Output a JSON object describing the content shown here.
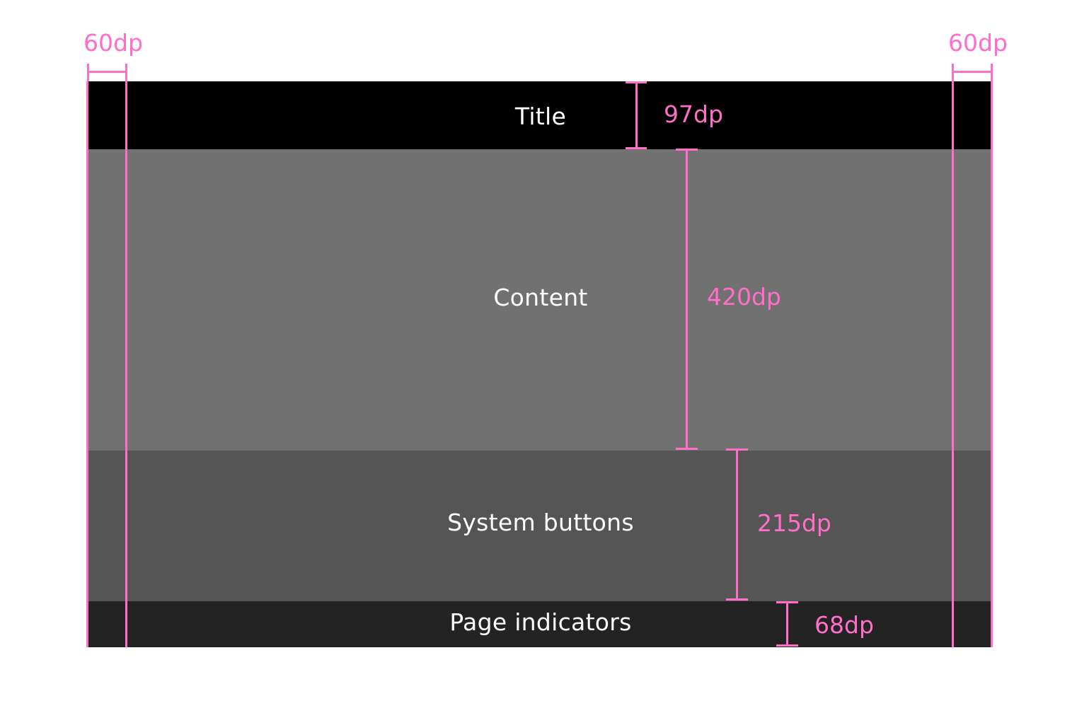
{
  "diagram": {
    "colors": {
      "title_band": "#000000",
      "content_band": "#717171",
      "system_buttons_band": "#555555",
      "page_indicators_band": "#232323",
      "band_text": "#ffffff",
      "annotation": "#ff6ec7",
      "background": "#ffffff"
    },
    "sections": [
      {
        "label": "Title",
        "measure": "97dp"
      },
      {
        "label": "Content",
        "measure": "420dp"
      },
      {
        "label": "System buttons",
        "measure": "215dp"
      },
      {
        "label": "Page indicators",
        "measure": "68dp"
      }
    ],
    "margins": {
      "left": "60dp",
      "right": "60dp"
    }
  }
}
